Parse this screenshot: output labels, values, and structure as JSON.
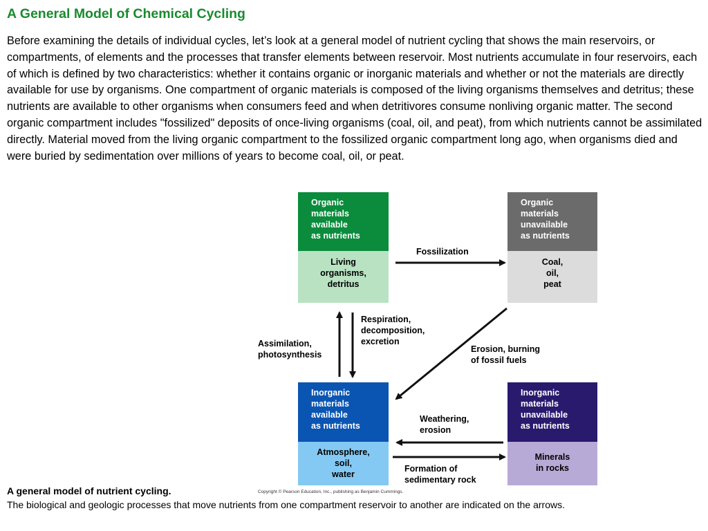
{
  "header": {
    "title": "A General Model of Chemical Cycling"
  },
  "body": {
    "paragraph": "Before examining the details of individual cycles, let’s look at a general model of nutrient cycling that shows the main reservoirs, or compartments, of elements and the processes that transfer elements between reservoir. Most nutrients accumulate in four reservoirs, each of which is defined by two characteristics: whether it contains organic or inorganic materials and whether or not the materials are directly available for use by organisms. One compartment of organic materials is composed of the living organisms themselves and detritus; these nutrients are available to other organisms when consumers feed and when detritivores consume nonliving organic matter. The second organic compartment includes \"fossilized\" deposits of once-living organisms (coal, oil, and peat), from which nutrients cannot be assimilated directly. Material moved from the living organic compartment to the fossilized organic compartment long ago, when organisms died and were buried by sedimentation over millions of years to become coal, oil, or peat."
  },
  "diagram": {
    "boxes": {
      "organic_available": {
        "head": "Organic\nmaterials\navailable\nas nutrients",
        "sub": "Living\norganisms,\ndetritus",
        "head_color": "#0a8c3c",
        "sub_color": "#b9e2c3"
      },
      "organic_unavailable": {
        "head": "Organic\nmaterials\nunavailable\nas nutrients",
        "sub": "Coal,\noil,\npeat",
        "head_color": "#6b6b6b",
        "sub_color": "#dcdcdc"
      },
      "inorganic_available": {
        "head": "Inorganic\nmaterials\navailable\nas nutrients",
        "sub": "Atmosphere,\nsoil,\nwater",
        "head_color": "#0b55b2",
        "sub_color": "#84c9f3"
      },
      "inorganic_unavailable": {
        "head": "Inorganic\nmaterials\nunavailable\nas nutrients",
        "sub": "Minerals\nin rocks",
        "head_color": "#2a1a6e",
        "sub_color": "#b8aad6"
      }
    },
    "labels": {
      "fossilization": "Fossilization",
      "respiration": "Respiration,\ndecomposition,\nexcretion",
      "assimilation": "Assimilation,\nphotosynthesis",
      "erosion_burning": "Erosion, burning\nof fossil fuels",
      "weathering": "Weathering,\nerosion",
      "formation": "Formation of\nsedimentary rock"
    },
    "copyright": "Copyright © Pearson Education, Inc., publishing as Benjamin Cummings."
  },
  "caption": {
    "title": "A general model of nutrient cycling.",
    "text": "The biological and geologic processes that move nutrients from one compartment reservoir to another are indicated on the arrows."
  }
}
